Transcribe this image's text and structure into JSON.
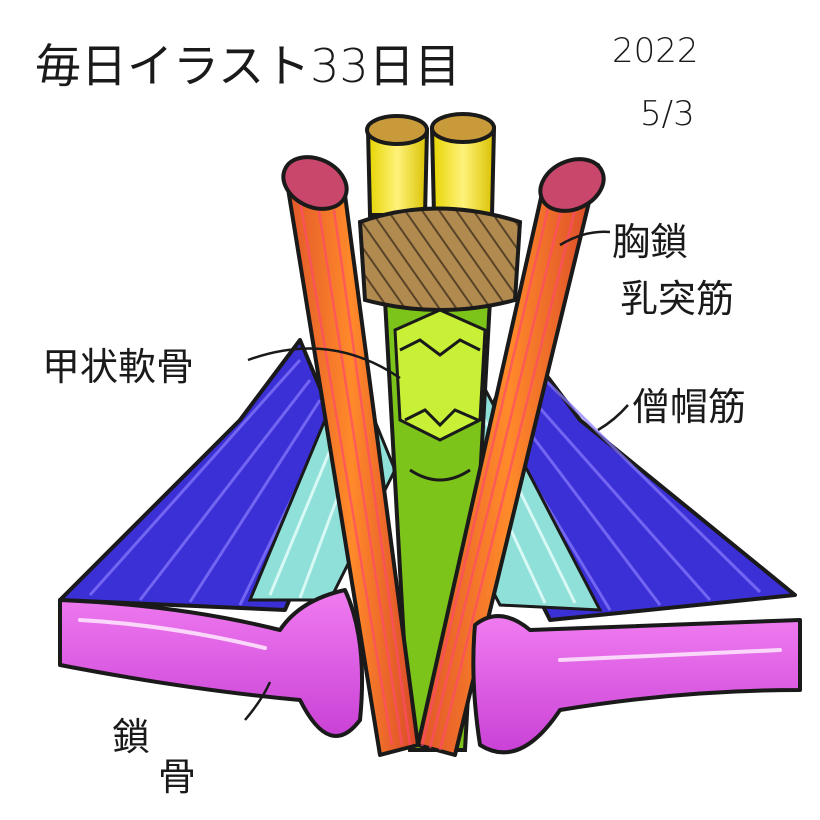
{
  "title": "毎日イラスト33日目",
  "date": {
    "year": "2022",
    "month_day": "5/3"
  },
  "labels": {
    "scm": [
      "胸鎖",
      "乳突筋"
    ],
    "trapezius": "僧帽筋",
    "thyroid": "甲状軟骨",
    "clavicle": [
      "鎖",
      "骨"
    ]
  }
}
